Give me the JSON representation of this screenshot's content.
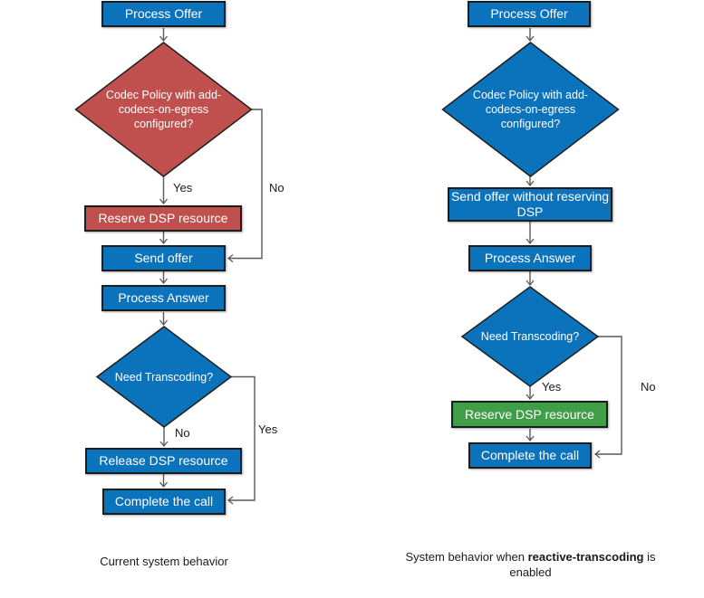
{
  "colors": {
    "blue": "#0B72BC",
    "red": "#C0504D",
    "green": "#3F9E47",
    "connector": "#595959"
  },
  "left": {
    "caption": "Current system behavior",
    "nodes": {
      "process_offer": "Process Offer",
      "codec_policy": "Codec Policy with add-codecs-on-egress configured?",
      "reserve_dsp": "Reserve DSP resource",
      "send_offer": "Send offer",
      "process_answer": "Process Answer",
      "need_transcoding": "Need Transcoding?",
      "release_dsp": "Release DSP resource",
      "complete_call": "Complete the call"
    },
    "labels": {
      "codec_yes": "Yes",
      "codec_no": "No",
      "transcoding_no": "No",
      "transcoding_yes": "Yes"
    }
  },
  "right": {
    "caption": {
      "prefix": "System behavior when ",
      "bold": "reactive-transcoding",
      "suffix": " is enabled"
    },
    "nodes": {
      "process_offer": "Process Offer",
      "codec_policy": "Codec Policy with add-codecs-on-egress configured?",
      "send_offer": "Send offer without reserving DSP",
      "process_answer": "Process Answer",
      "need_transcoding": "Need Transcoding?",
      "reserve_dsp": "Reserve DSP resource",
      "complete_call": "Complete the call"
    },
    "labels": {
      "transcoding_yes": "Yes",
      "transcoding_no": "No"
    }
  }
}
